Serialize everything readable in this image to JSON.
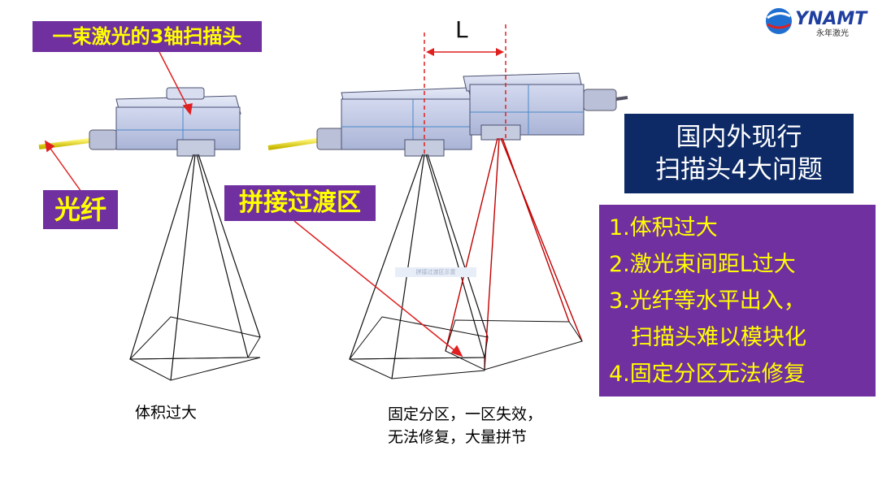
{
  "labels": {
    "title": "一束激光的3轴扫描头",
    "fiber": "光纤",
    "stitch_zone": "拼接过渡区",
    "distance": "L",
    "faint_tag": "拼接过渡区示意"
  },
  "issues": {
    "title_line1": "国内外现行",
    "title_line2": "扫描头4大问题",
    "items": [
      "1.体积过大",
      "2.激光束间距L过大",
      "3.光纤等水平出入，",
      "扫描头难以模块化",
      "4.固定分区无法修复"
    ]
  },
  "captions": {
    "left": "体积过大",
    "right_line1": "固定分区，一区失效，",
    "right_line2": "无法修复，大量拼节"
  },
  "logo": {
    "brand": "YNAMT",
    "sub": "永年激光"
  },
  "colors": {
    "label_bg": "#7030a0",
    "label_text": "#ffff00",
    "issues_title_bg": "#0d2a66",
    "arrow_red": "#e02020",
    "beam_red": "#c00000",
    "fiber_yellow": "#e8e020",
    "scanner_body": "#c8cfe8"
  }
}
